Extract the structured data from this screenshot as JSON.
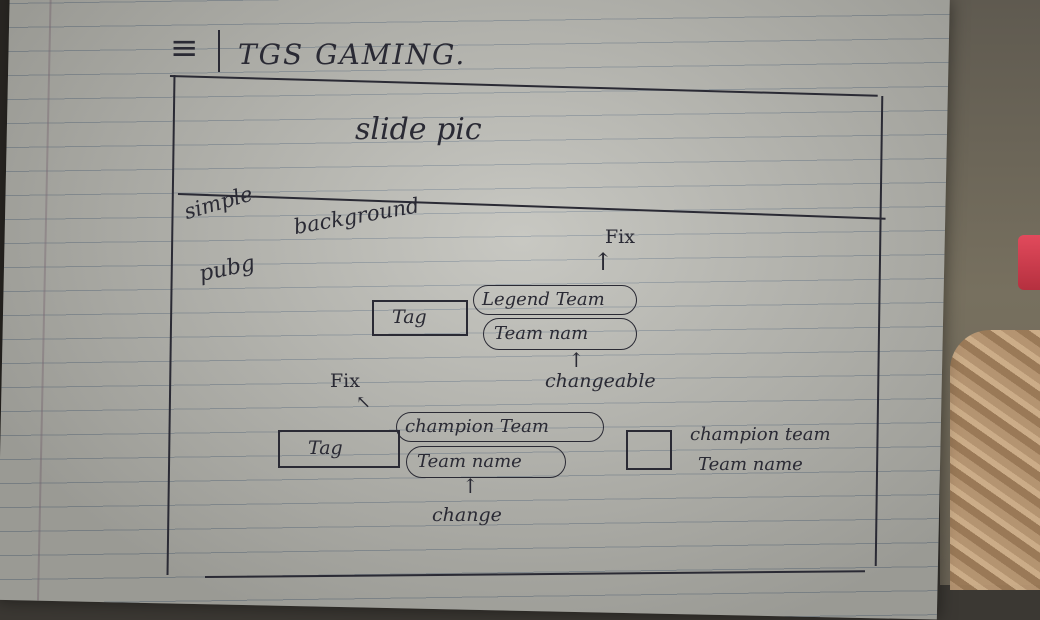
{
  "header": {
    "menu_icon": "hamburger-menu-icon",
    "title": "TGS GAMING."
  },
  "slide": {
    "label": "slide pic"
  },
  "background_note": {
    "line1": "simple",
    "line2": "background",
    "line3": "pubg"
  },
  "legend": {
    "tag_label": "Tag",
    "team_title": "Legend Team",
    "team_name": "Team nam",
    "fix_note": "Fix",
    "changeable_note": "changeable"
  },
  "champion": {
    "tag_label": "Tag",
    "team_title": "champion Team",
    "team_name": "Team name",
    "fix_note": "Fix",
    "change_note": "change"
  },
  "side_panel": {
    "title": "champion team",
    "subtitle": "Team name"
  }
}
